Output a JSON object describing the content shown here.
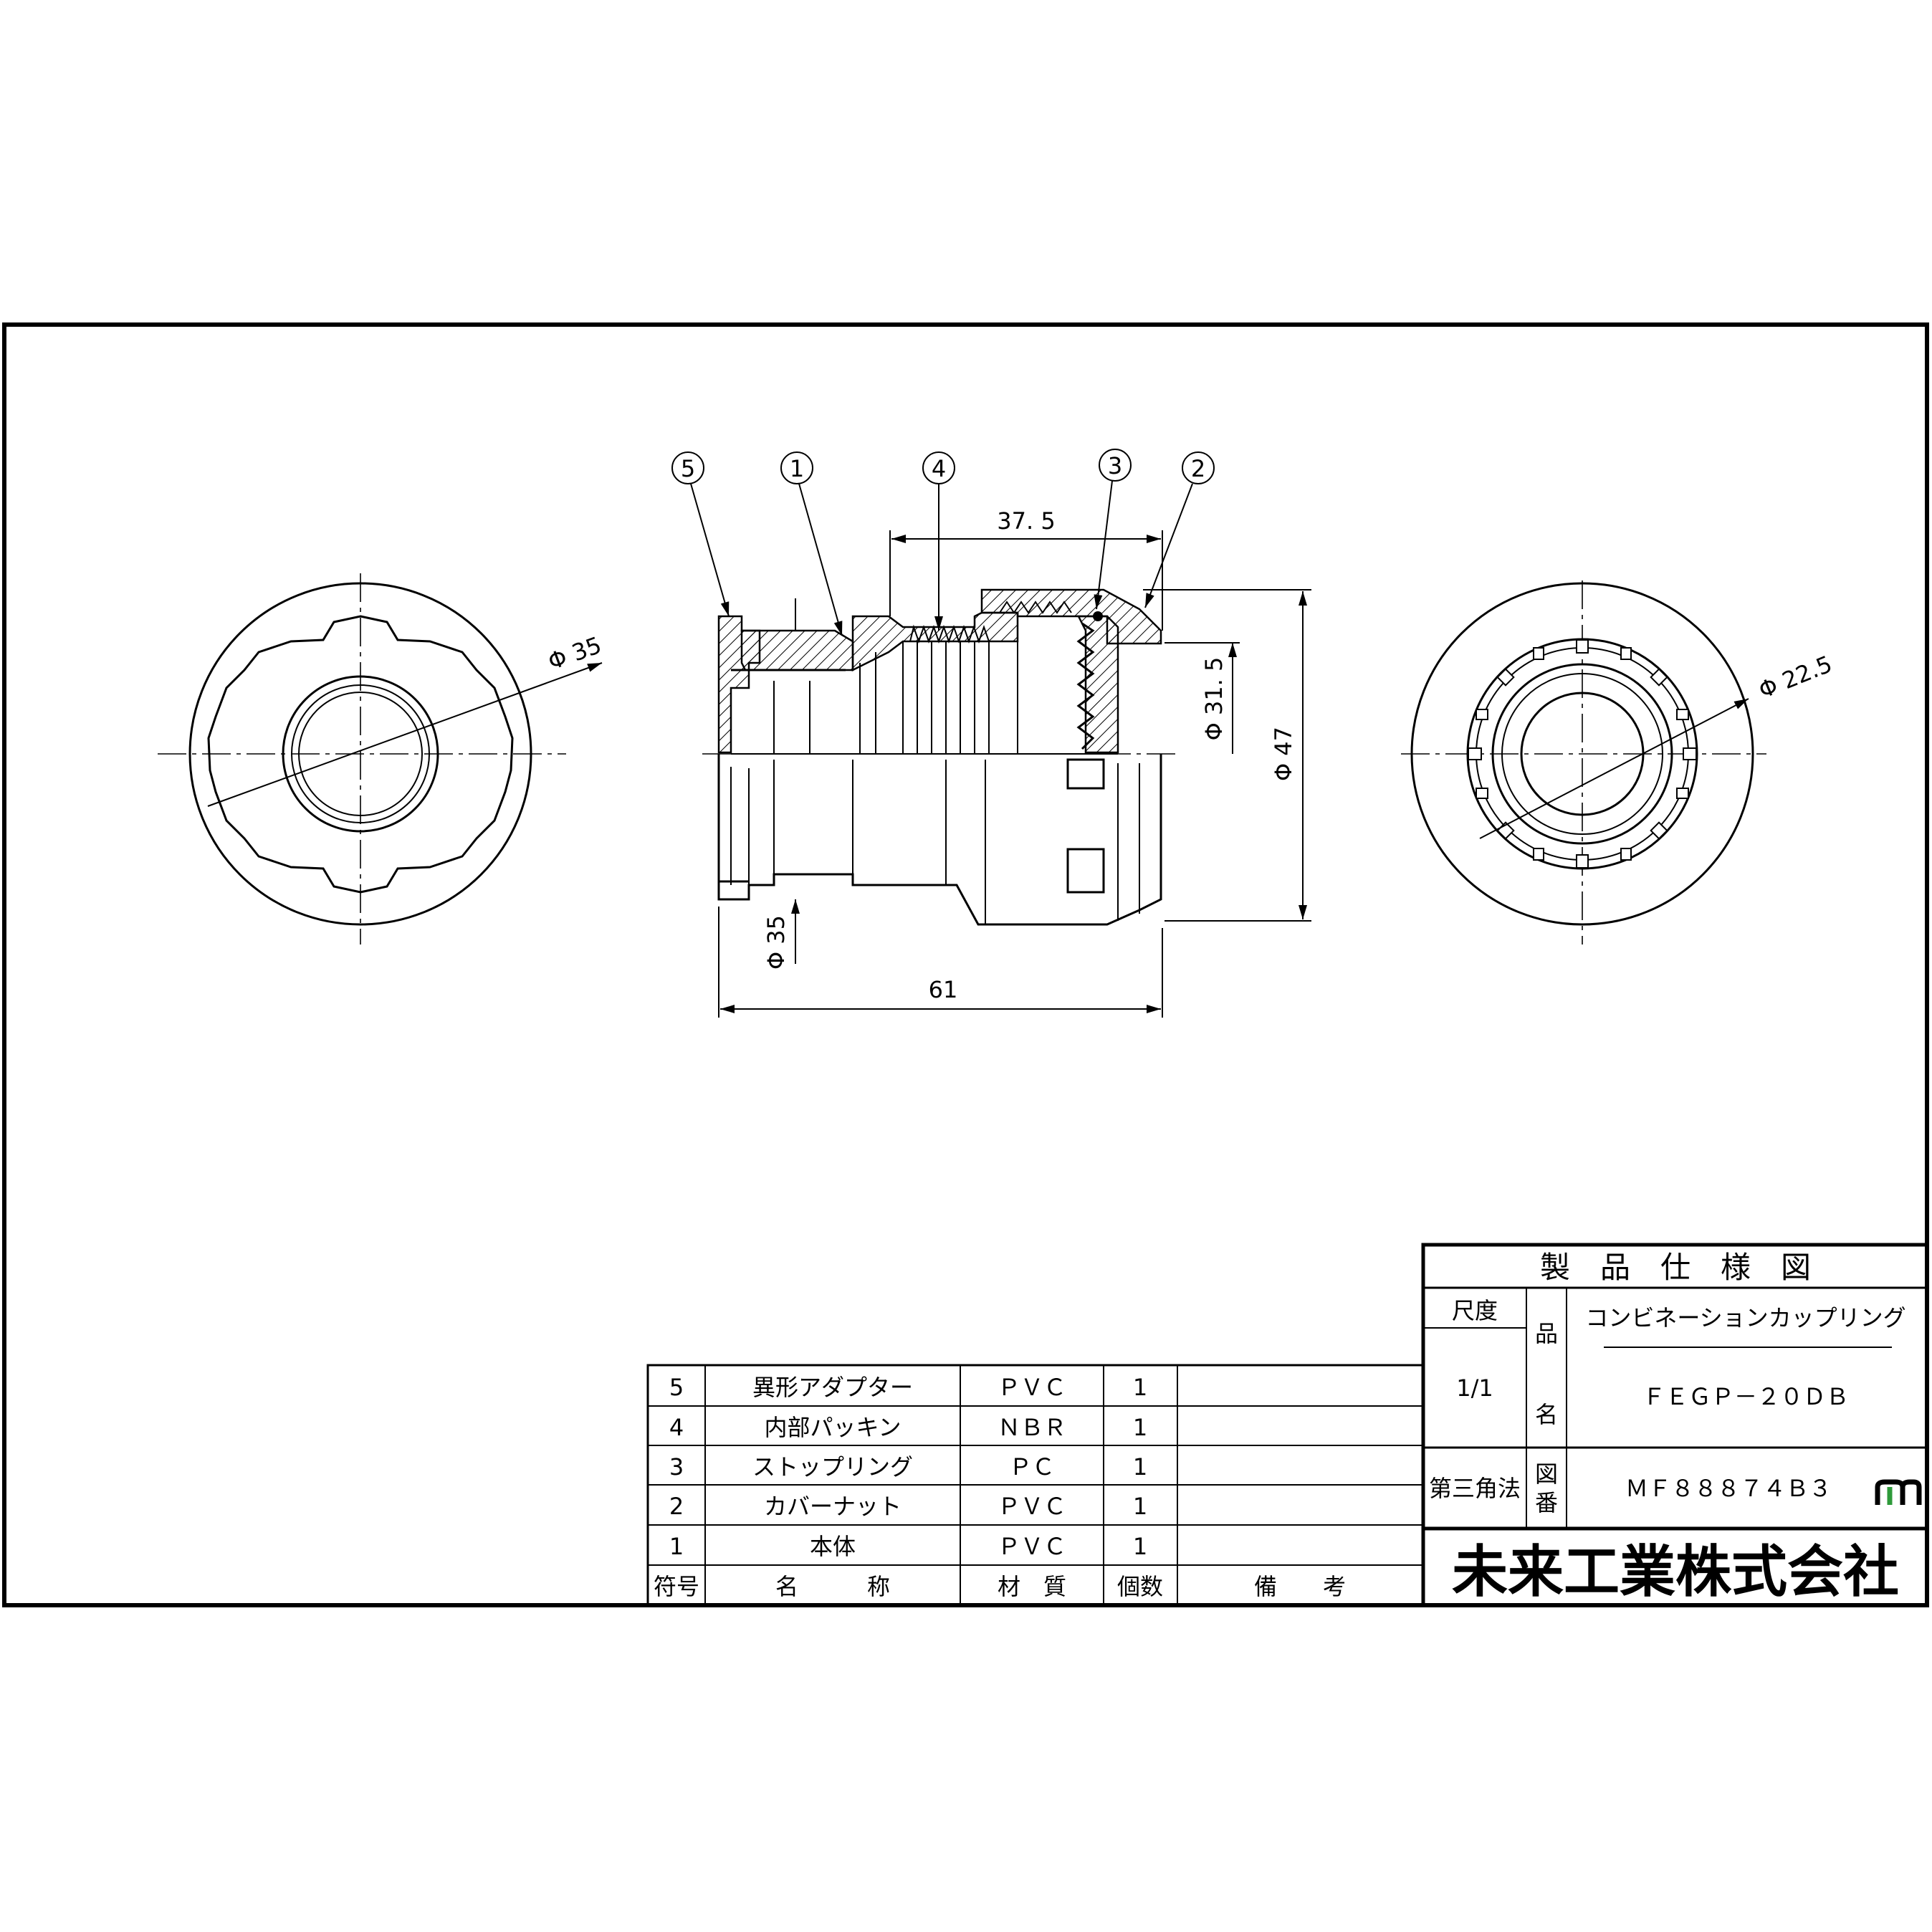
{
  "drawing": {
    "dimensions": {
      "left_dia": "Φ 35",
      "right_dia": "Φ 22.5",
      "length_inner": "37. 5",
      "dia_31_5": "Φ 31. 5",
      "dia_47": "Φ 47",
      "dia_35_bottom": "Φ 35",
      "length_total": "61"
    },
    "balloons": [
      "5",
      "1",
      "4",
      "3",
      "2"
    ]
  },
  "parts_table": {
    "rows": [
      {
        "no": "5",
        "name": "異形アダプター",
        "material": "ＰＶＣ",
        "qty": "1",
        "note": ""
      },
      {
        "no": "4",
        "name": "内部パッキン",
        "material": "ＮＢＲ",
        "qty": "1",
        "note": ""
      },
      {
        "no": "3",
        "name": "ストップリング",
        "material": "ＰＣ",
        "qty": "1",
        "note": ""
      },
      {
        "no": "2",
        "name": "カバーナット",
        "material": "ＰＶＣ",
        "qty": "1",
        "note": ""
      },
      {
        "no": "1",
        "name": "本体",
        "material": "ＰＶＣ",
        "qty": "1",
        "note": ""
      }
    ],
    "header": {
      "no": "符号",
      "name": "名　　　称",
      "material": "材　質",
      "qty": "個数",
      "note": "備　　考"
    }
  },
  "title_block": {
    "title": "製　品　仕　様　図",
    "scale_label": "尺度",
    "scale_value": "1/1",
    "product_label_1": "品",
    "product_label_2": "名",
    "product_name": "コンビネーションカップリング",
    "product_code": "ＦＥＧＰ－２０ＤＢ",
    "projection": "第三角法",
    "drawing_no_label_1": "図",
    "drawing_no_label_2": "番",
    "drawing_no": "ＭＦ８８８７４Ｂ３",
    "company": "未来工業株式会社",
    "logo_color_1": "#000000",
    "logo_color_2": "#2e9a3a"
  }
}
